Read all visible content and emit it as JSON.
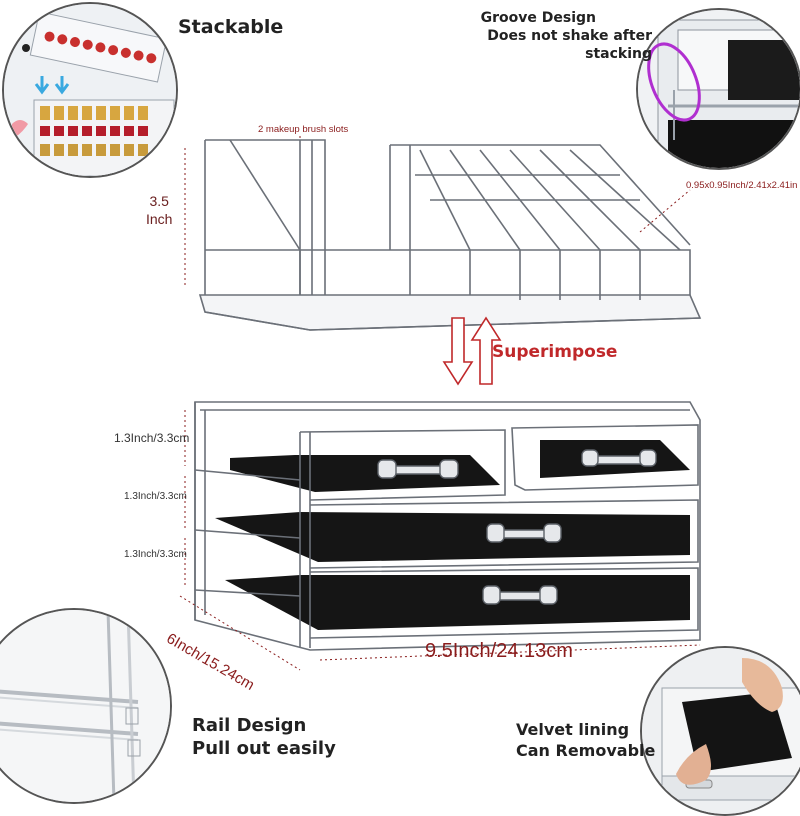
{
  "features": {
    "stackable": "Stackable",
    "groove_line1": "Groove Design",
    "groove_line2": "Does not shake after stacking",
    "rail_line1": "Rail Design",
    "rail_line2": "Pull out easily",
    "velvet_line1": "Velvet lining",
    "velvet_line2": "Can Removable"
  },
  "labels": {
    "brush_slots": "2 makeup brush slots",
    "slot_size": "0.95x0.95Inch/2.41x2.41in",
    "superimpose": "Superimpose"
  },
  "dimensions": {
    "top_height_value": "3.5",
    "top_height_unit": "Inch",
    "drawer_height_1": "1.3Inch/3.3cm",
    "drawer_height_2": "1.3Inch/3.3cm",
    "drawer_height_3": "1.3Inch/3.3cm",
    "depth": "6Inch/15.24cm",
    "width": "9.5Inch/24.13cm"
  },
  "colors": {
    "accent_red": "#c0282a",
    "dimension_red": "#8a1c1c",
    "velvet_black": "#151515",
    "acrylic_edge": "#6b7078",
    "groove_highlight": "#b02fd0"
  }
}
